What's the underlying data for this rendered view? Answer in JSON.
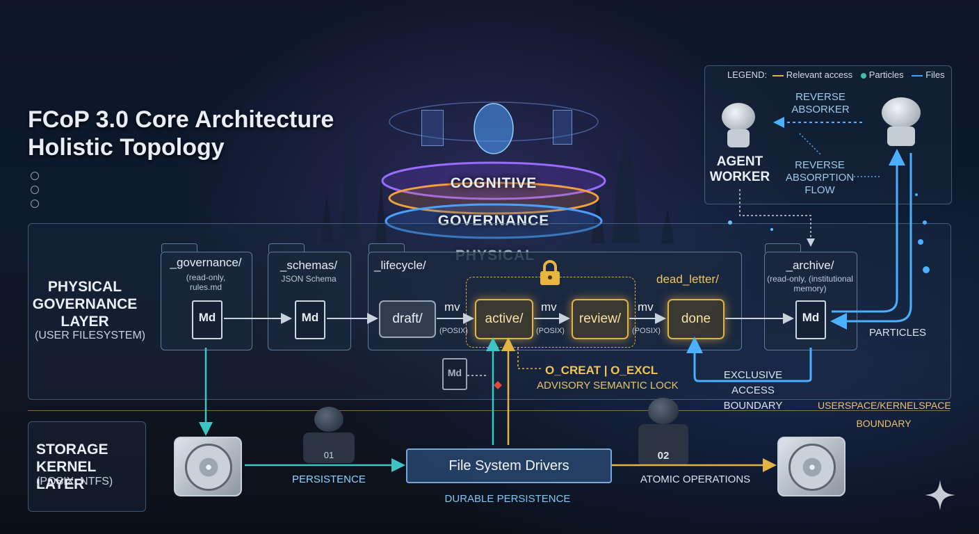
{
  "title": {
    "line1": "FCoP 3.0 Core Architecture",
    "line2": "Holistic Topology"
  },
  "rings": {
    "cognitive": "COGNITIVE",
    "governance": "GOVERNANCE",
    "physical": "PHYSICAL"
  },
  "layers": {
    "physical_title": "PHYSICAL GOVERNANCE LAYER",
    "physical_sub": "(USER FILESYSTEM)",
    "storage_title": "STORAGE KERNEL LAYER",
    "storage_sub": "(POSIX, NTFS)"
  },
  "folders": {
    "governance": {
      "name": "_governance/",
      "sub": "(read-only, rules.md"
    },
    "schemas": {
      "name": "_schemas/",
      "sub": "JSON Schema"
    },
    "lifecycle": {
      "name": "_lifecycle/"
    },
    "dead_letter": {
      "name": "dead_letter/"
    },
    "archive": {
      "name": "_archive/",
      "sub": "(read-only, (institutional memory)"
    }
  },
  "doc_icon": "Md",
  "states": {
    "draft": "draft/",
    "active": "active/",
    "review": "review/",
    "done": "done"
  },
  "transitions": {
    "mv": "mv",
    "posix": "(POSIX)"
  },
  "lock": {
    "flags": "O_CREAT | O_EXCL",
    "desc": "ADVISORY SEMANTIC LOCK"
  },
  "agent": {
    "label": "AGENT WORKER",
    "reverse_absorker": "REVERSE ABSORKER",
    "reverse_flow": "REVERSE ABSORPTION FLOW"
  },
  "legend": {
    "prefix": "LEGEND:",
    "relevant": "Relevant access",
    "particles": "Particles",
    "files": "Files",
    "color_relevant": "#e3b443",
    "color_particles": "#3fbfb0",
    "color_files": "#3aa8ff"
  },
  "annotations": {
    "particles": "PARTICLES",
    "exclusive": "EXCLUSIVE ACCESS BOUNDARY",
    "boundary": "USERSPACE/KERNELSPACE BOUNDARY",
    "persistence": "PERSISTENCE",
    "atomic": "ATOMIC OPERATIONS",
    "durable": "DURABLE PERSISTENCE"
  },
  "fsd": "File System Drivers",
  "robots": {
    "r1": "01",
    "r2": "02"
  }
}
